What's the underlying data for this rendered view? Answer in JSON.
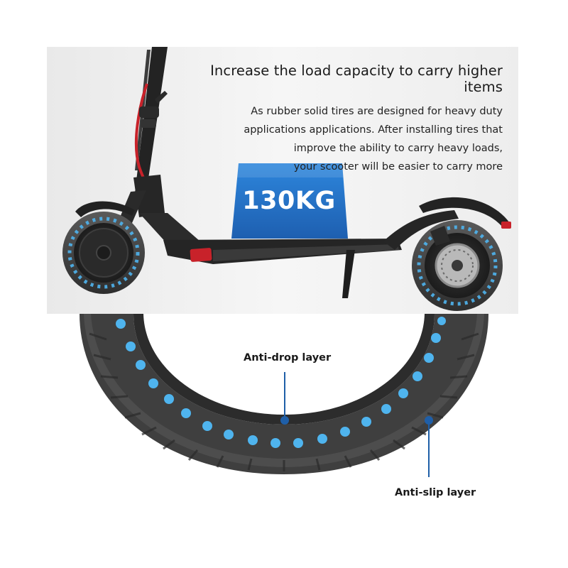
{
  "headline": "Increase the load capacity to carry higher items",
  "description_lines": [
    "As rubber solid tires are designed for heavy duty",
    "applications applications. After installing tires that",
    "improve the ability to carry heavy loads,",
    "your scooter will be easier to carry more"
  ],
  "load_badge": "130KG",
  "callouts": {
    "anti_drop": "Anti-drop layer",
    "anti_slip": "Anti-slip layer"
  },
  "colors": {
    "badge_blue": "#2f7fd1",
    "accent_red": "#c8222a",
    "tire_hole_blue": "#4fb4ee",
    "leader_line": "#1f5fa8"
  }
}
